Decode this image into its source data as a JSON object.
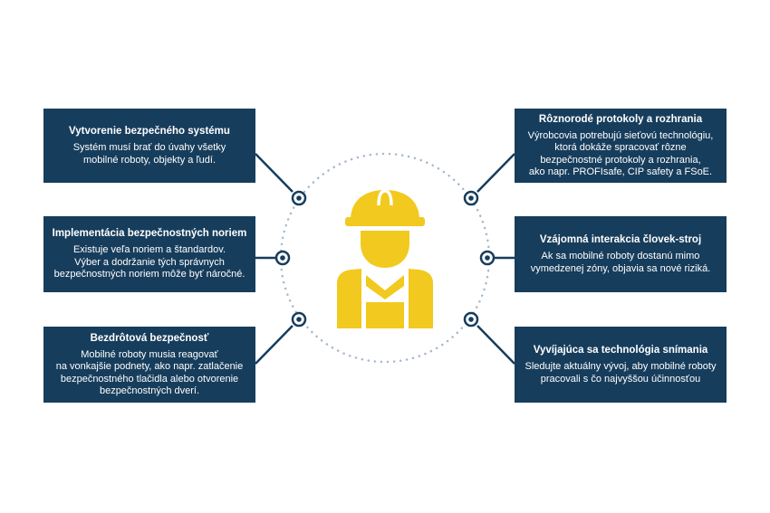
{
  "colors": {
    "box_bg": "#173d5c",
    "accent_yellow": "#f2c91e",
    "dotted_circle": "#a6b9cc",
    "connector": "#173d5c"
  },
  "icons": {
    "center": "construction-worker-icon",
    "connector_node": "ring-node-icon"
  },
  "boxes": [
    {
      "title": "Vytvorenie bezpečného systému",
      "text": "Systém musí brať do úvahy všetky\nmobilné roboty, objekty a ľudí."
    },
    {
      "title": "Implementácia bezpečnostných noriem",
      "text": "Existuje veľa noriem a štandardov.\nVýber a dodržanie tých správnych\nbezpečnostných noriem môže byť náročné."
    },
    {
      "title": "Bezdrôtová bezpečnosť",
      "text": "Mobilné roboty musia reagovať\nna vonkajšie podnety, ako napr. zatlačenie\nbezpečnostného tlačidla alebo otvorenie\nbezpečnostných dverí."
    },
    {
      "title": "Rôznorodé protokoly a rozhrania",
      "text": "Výrobcovia potrebujú sieťovú technológiu,\nktorá dokáže spracovať rôzne\nbezpečnostné protokoly a rozhrania,\nako napr. PROFIsafe, CIP safety a FSoE."
    },
    {
      "title": "Vzájomná interakcia človek-stroj",
      "text": "Ak sa mobilné roboty dostanú mimo\nvymedzenej zóny, objavia sa nové riziká."
    },
    {
      "title": "Vyvíjajúca sa technológia snímania",
      "text": "Sledujte aktuálny vývoj, aby mobilné roboty\npracovali s čo najvyššou účinnosťou"
    }
  ]
}
